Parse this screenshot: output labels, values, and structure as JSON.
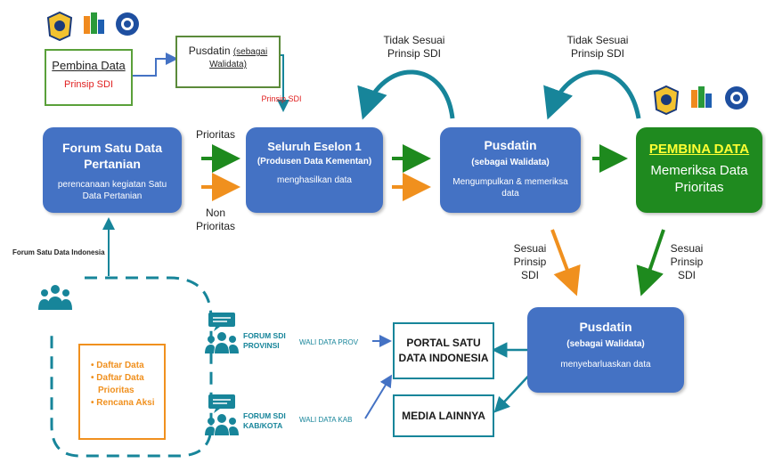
{
  "pembina_top": {
    "title": "Pembina Data",
    "subtitle": "Prinsip SDI"
  },
  "pusdatin_top": {
    "title": "Pusdatin",
    "suffix": "(sebagai",
    "suffix2": "Walidata)"
  },
  "prinsip_sdi_small": "Prinsip SDI",
  "tidak_sesuai": {
    "line1": "Tidak Sesuai",
    "line2": "Prinsip SDI"
  },
  "forum_pertanian": {
    "line1": "Forum Satu Data",
    "line2": "Pertanian",
    "desc1": "perencanaan kegiatan Satu",
    "desc2": "Data Pertanian"
  },
  "prioritas": "Prioritas",
  "non_prioritas": {
    "line1": "Non",
    "line2": "Prioritas"
  },
  "eselon": {
    "title": "Seluruh Eselon 1",
    "subtitle": "(Produsen Data Kementan)",
    "desc": "menghasilkan data"
  },
  "pusdatin_mid": {
    "title": "Pusdatin",
    "subtitle": "(sebagai Walidata)",
    "desc1": "Mengumpulkan & memeriksa",
    "desc2": "data"
  },
  "pembina_right": {
    "title": "PEMBINA DATA",
    "line2": "Memeriksa Data",
    "line3": "Prioritas"
  },
  "sesuai": {
    "line1": "Sesuai",
    "line2": "Prinsip",
    "line3": "SDI"
  },
  "forum_indonesia": "Forum Satu Data Indonesia",
  "list_items": [
    "Daftar Data",
    "Daftar Data",
    "Prioritas",
    "Rencana Aksi"
  ],
  "forum_prov": {
    "line1": "FORUM SDI",
    "line2": "PROVINSI"
  },
  "forum_kab": {
    "line1": "FORUM SDI",
    "line2": "KAB/KOTA"
  },
  "wali_prov": "WALI DATA PROV",
  "wali_kab": "WALI DATA KAB",
  "portal": {
    "line1": "PORTAL SATU",
    "line2": "DATA INDONESIA"
  },
  "media": "MEDIA LAINNYA",
  "pusdatin_bottom": {
    "title": "Pusdatin",
    "subtitle": "(sebagai Walidata)",
    "desc": "menyebarluaskan data"
  },
  "logo_captions": [
    "KEMENTERIAN KEUANGAN",
    "BADAN PUSAT STATISTIK",
    "BADAN INFORMASI GEOSPASIAL"
  ],
  "colors": {
    "blue": "#4472c4",
    "green_arrow": "#1e8a1e",
    "orange_arrow": "#f0901e",
    "teal": "#17859a",
    "green_box": "#1f8a1f"
  }
}
